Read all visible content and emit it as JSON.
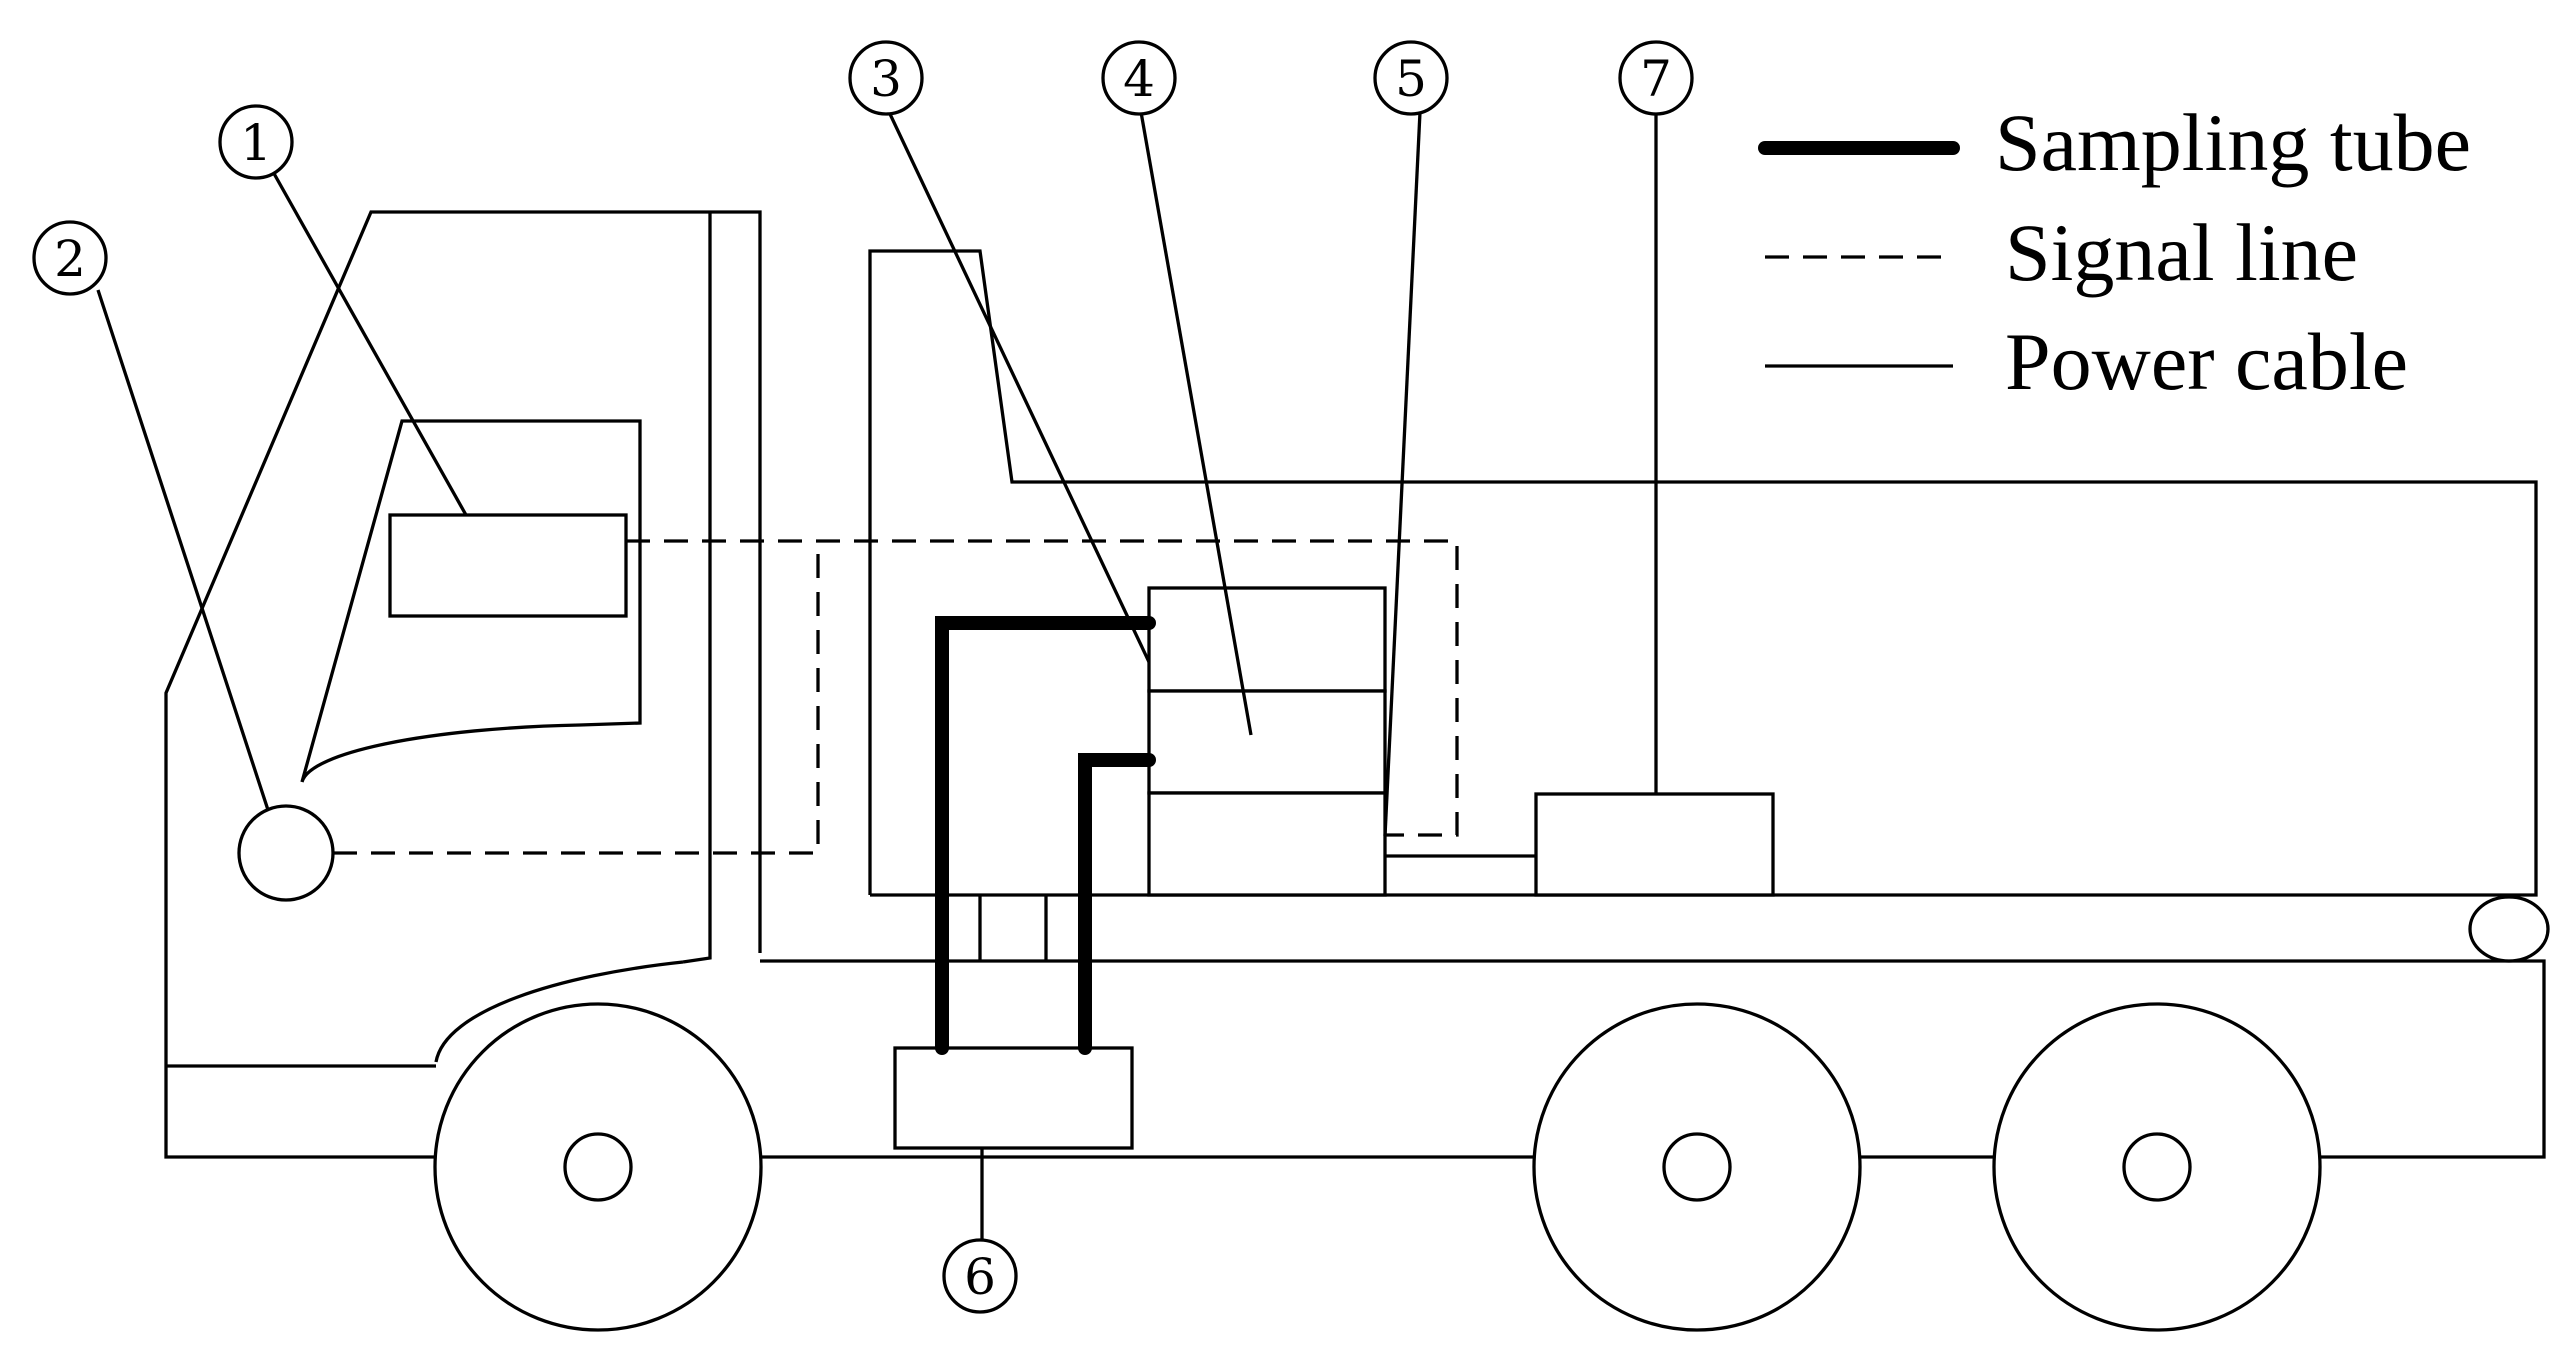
{
  "callouts": {
    "c1": "1",
    "c2": "2",
    "c3": "3",
    "c4": "4",
    "c5": "5",
    "c6": "6",
    "c7": "7"
  },
  "legend": {
    "sampling_tube": "Sampling tube",
    "signal_line": "Signal line",
    "power_cable": "Power cable"
  }
}
